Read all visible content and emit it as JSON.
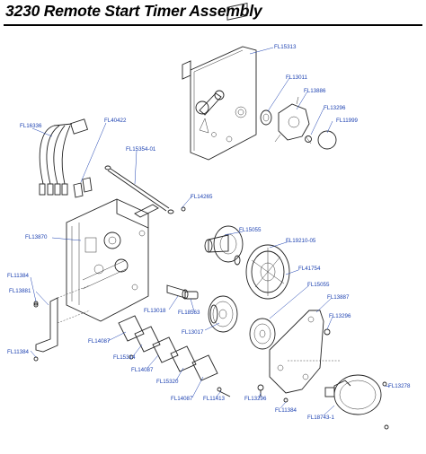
{
  "title": "3230 Remote Start Timer Assembly",
  "labels": [
    {
      "id": "fl15313",
      "text": "FL15313"
    },
    {
      "id": "fl13011",
      "text": "FL13011"
    },
    {
      "id": "fl13886",
      "text": "FL13886"
    },
    {
      "id": "fl13296a",
      "text": "FL13296"
    },
    {
      "id": "fl11999",
      "text": "FL11999"
    },
    {
      "id": "fl16336",
      "text": "FL16336"
    },
    {
      "id": "fl40422",
      "text": "FL40422"
    },
    {
      "id": "fl15354",
      "text": "FL15354-01"
    },
    {
      "id": "fl14265",
      "text": "FL14265"
    },
    {
      "id": "fl13870",
      "text": "FL13870"
    },
    {
      "id": "fl15055a",
      "text": "FL15055"
    },
    {
      "id": "fl19210",
      "text": "FL19210-05"
    },
    {
      "id": "fl41754",
      "text": "FL41754"
    },
    {
      "id": "fl15055b",
      "text": "FL15055"
    },
    {
      "id": "fl13887",
      "text": "FL13887"
    },
    {
      "id": "fl13296b",
      "text": "FL13296"
    },
    {
      "id": "fl11384a",
      "text": "FL11384"
    },
    {
      "id": "fl13881",
      "text": "FL13881"
    },
    {
      "id": "fl13018",
      "text": "FL13018"
    },
    {
      "id": "fl18563",
      "text": "FL18563"
    },
    {
      "id": "fl13017",
      "text": "FL13017"
    },
    {
      "id": "fl14087a",
      "text": "FL14087"
    },
    {
      "id": "fl15314",
      "text": "FL15314"
    },
    {
      "id": "fl14087b",
      "text": "FL14087"
    },
    {
      "id": "fl15320",
      "text": "FL15320"
    },
    {
      "id": "fl14087c",
      "text": "FL14087"
    },
    {
      "id": "fl11413",
      "text": "FL11413"
    },
    {
      "id": "fl13296c",
      "text": "FL13296"
    },
    {
      "id": "fl11384b",
      "text": "FL11384"
    },
    {
      "id": "fl11384c",
      "text": "FL11384"
    },
    {
      "id": "fl18743",
      "text": "FL18743-1"
    },
    {
      "id": "fl13278",
      "text": "FL13278"
    }
  ]
}
